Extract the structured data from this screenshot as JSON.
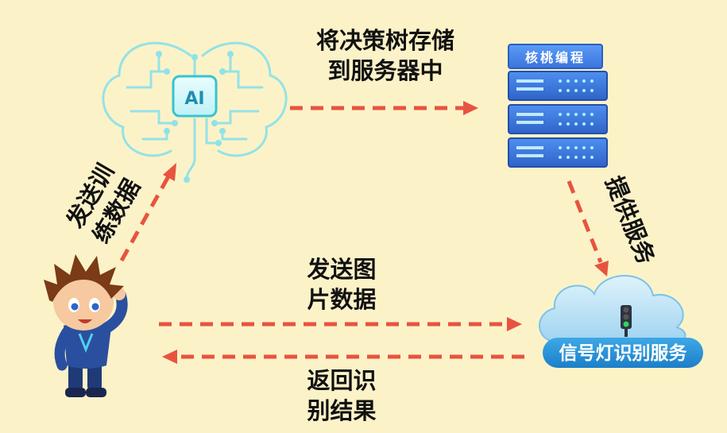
{
  "nodes": {
    "ai_brain": {
      "chip_text": "AI"
    },
    "server": {
      "title": "核桃编程"
    },
    "cloud": {
      "title": "信号灯识别服务"
    }
  },
  "edges": {
    "store": {
      "line1": "将决策树存储",
      "line2": "到服务器中"
    },
    "train": {
      "line1": "发送训",
      "line2": "练数据"
    },
    "provide": {
      "line1": "提供服务"
    },
    "send_image": {
      "line1": "发送图",
      "line2": "片数据"
    },
    "return_result": {
      "line1": "返回识",
      "line2": "别结果"
    }
  },
  "colors": {
    "background": "#fcf2c8",
    "arrow": "#e8533f",
    "brain": "#7fe0e6",
    "server": "#3f7fe8",
    "cloud": "#9fd8f4"
  }
}
